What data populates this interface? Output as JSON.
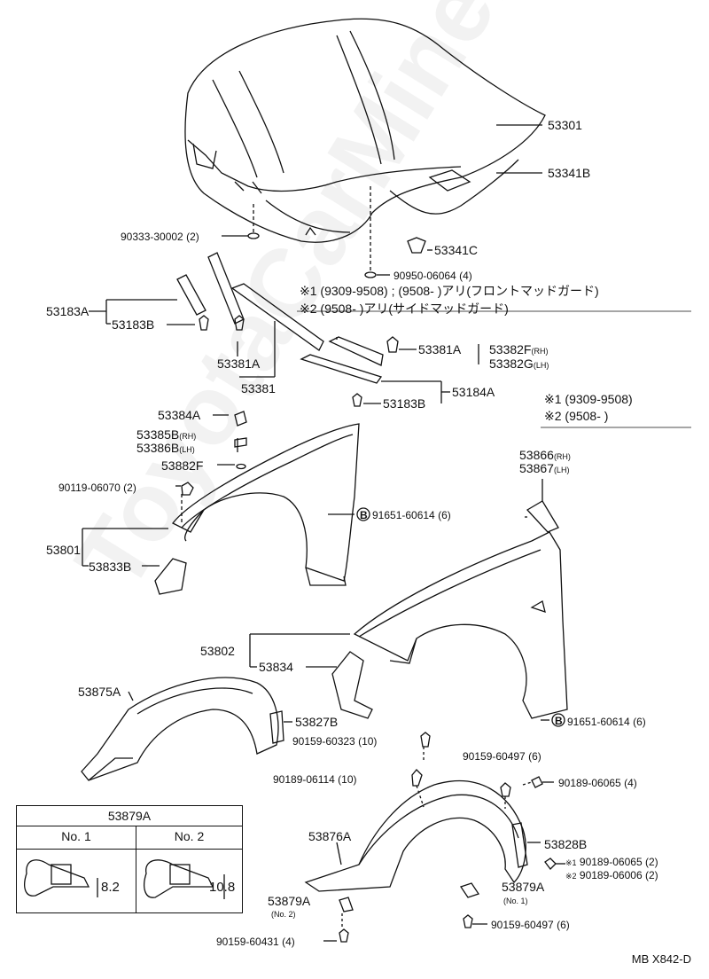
{
  "watermark": "ToyotaCarMine.ru",
  "labels": {
    "p53301": "53301",
    "p53341B": "53341B",
    "p90333": "90333-30002 (2)",
    "p53341C": "53341C",
    "p90950": "90950-06064 (4)",
    "p53183A": "53183A",
    "p53183B_1": "53183B",
    "p53381A_1": "53381A",
    "p53381": "53381",
    "p53381A_2": "53381A",
    "p53382F": "53382F",
    "p53382G": "53382G",
    "rh": "(RH)",
    "lh": "(LH)",
    "p53184A": "53184A",
    "p53183B_2": "53183B",
    "p53384A": "53384A",
    "p53385B": "53385B",
    "p53386B": "53386B",
    "p53882F": "53882F",
    "p90119": "90119-06070 (2)",
    "p91651_1": "91651-60614 (6)",
    "p53801": "53801",
    "p53833B": "53833B",
    "p53866": "53866",
    "p53867": "53867",
    "p53802": "53802",
    "p53834": "53834",
    "p53875A": "53875A",
    "p53827B": "53827B",
    "p91651_2": "91651-60614 (6)",
    "p90159_60323": "90159-60323 (10)",
    "p90189_06114": "90189-06114 (10)",
    "p90159_60497_1": "90159-60497 (6)",
    "p90189_06065_1": "90189-06065 (4)",
    "p53876A": "53876A",
    "p53828B": "53828B",
    "p90189_06065_2": "90189-06065 (2)",
    "p90189_06006": "90189-06006 (2)",
    "p53879A_1": "53879A",
    "no1": "(No. 1)",
    "p53879A_2": "53879A",
    "no2": "(No. 2)",
    "p90159_60497_2": "90159-60497 (6)",
    "p90159_60431": "90159-60431 (4)",
    "circleB": "B",
    "mark1": "※1",
    "mark2": "※2"
  },
  "notes": {
    "n1": "※1 (9309-9508) ; (9508-        )アリ(フロントマッドガード)",
    "n2": "※2 (9508-        )アリ(サイドマッドガード)",
    "legend1": "※1  (9309-9508)",
    "legend2": "※2  (9508-        )"
  },
  "table": {
    "title": "53879A",
    "col1": "No. 1",
    "col2": "No. 2",
    "dim1": "8.2",
    "dim2": "10.8"
  },
  "code": "MB X842-D"
}
